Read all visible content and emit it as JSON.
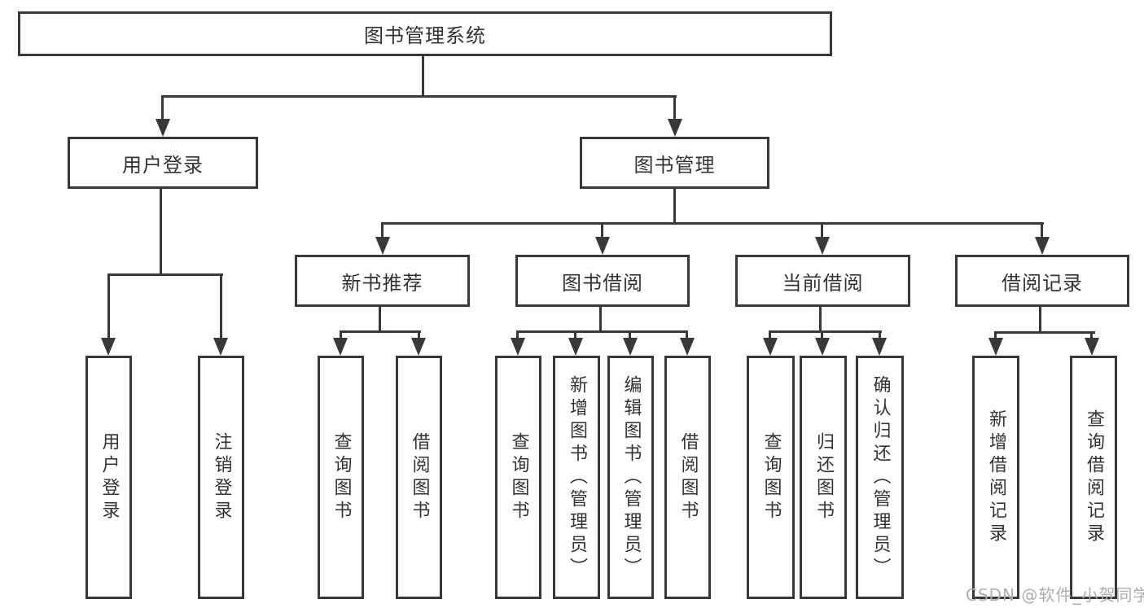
{
  "diagram": {
    "root": {
      "label": "图书管理系统"
    },
    "level2": [
      {
        "label": "用户登录"
      },
      {
        "label": "图书管理"
      }
    ],
    "level3": [
      {
        "label": "新书推荐"
      },
      {
        "label": "图书借阅"
      },
      {
        "label": "当前借阅"
      },
      {
        "label": "借阅记录"
      }
    ],
    "leaves": [
      {
        "label": "用户登录"
      },
      {
        "label": "注销登录"
      },
      {
        "label": "查询图书"
      },
      {
        "label": "借阅图书"
      },
      {
        "label": "查询图书"
      },
      {
        "label": "新增图书（管理员）"
      },
      {
        "label": "编辑图书（管理员）"
      },
      {
        "label": "借阅图书"
      },
      {
        "label": "查询图书"
      },
      {
        "label": "归还图书"
      },
      {
        "label": "确认归还（管理员）"
      },
      {
        "label": "新增借阅记录"
      },
      {
        "label": "查询借阅记录"
      }
    ],
    "colors": {
      "line": "#383838",
      "text": "#333333",
      "box_background": "#ffffff"
    }
  },
  "watermark": {
    "text": "CSDN @软件_小贺同学",
    "color": "#aeaeae"
  }
}
